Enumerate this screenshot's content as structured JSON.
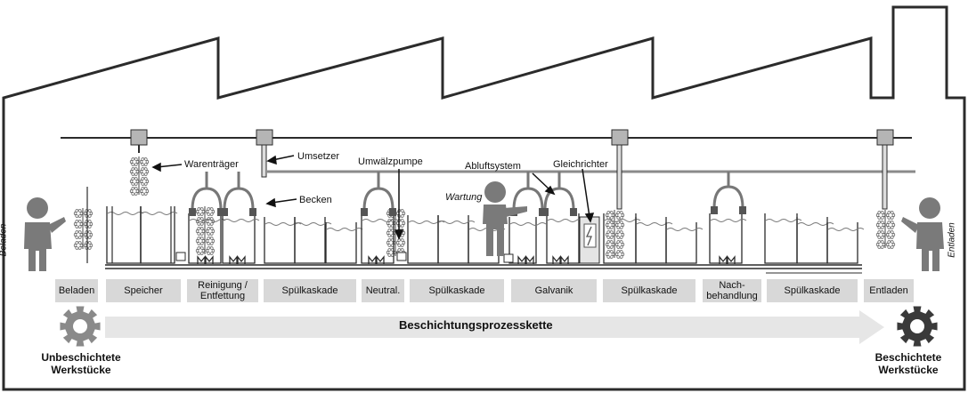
{
  "side_labels": {
    "left": "Beladen",
    "right": "Entladen"
  },
  "callouts": {
    "warentraeger": "Warenträger",
    "umsetzer": "Umsetzer",
    "becken": "Becken",
    "umwaelzpumpe": "Umwälzpumpe",
    "wartung": "Wartung",
    "abluftsystem": "Abluftsystem",
    "gleichrichter": "Gleichrichter"
  },
  "stages": [
    "Beladen",
    "Speicher",
    "Reinigung /\nEntfettung",
    "Spülkaskade",
    "Neutral.",
    "Spülkaskade",
    "Galvanik",
    "Spülkaskade",
    "Nach-\nbehandlung",
    "Spülkaskade",
    "Entladen"
  ],
  "process_chain": "Beschichtungsprozesskette",
  "start_label": "Unbeschichtete\nWerkstücke",
  "end_label": "Beschichtete\nWerkstücke",
  "colors": {
    "outline": "#2b2b2b",
    "grey": "#7a7a7a",
    "light": "#d8d8d8",
    "arrow": "#e6e6e6"
  }
}
